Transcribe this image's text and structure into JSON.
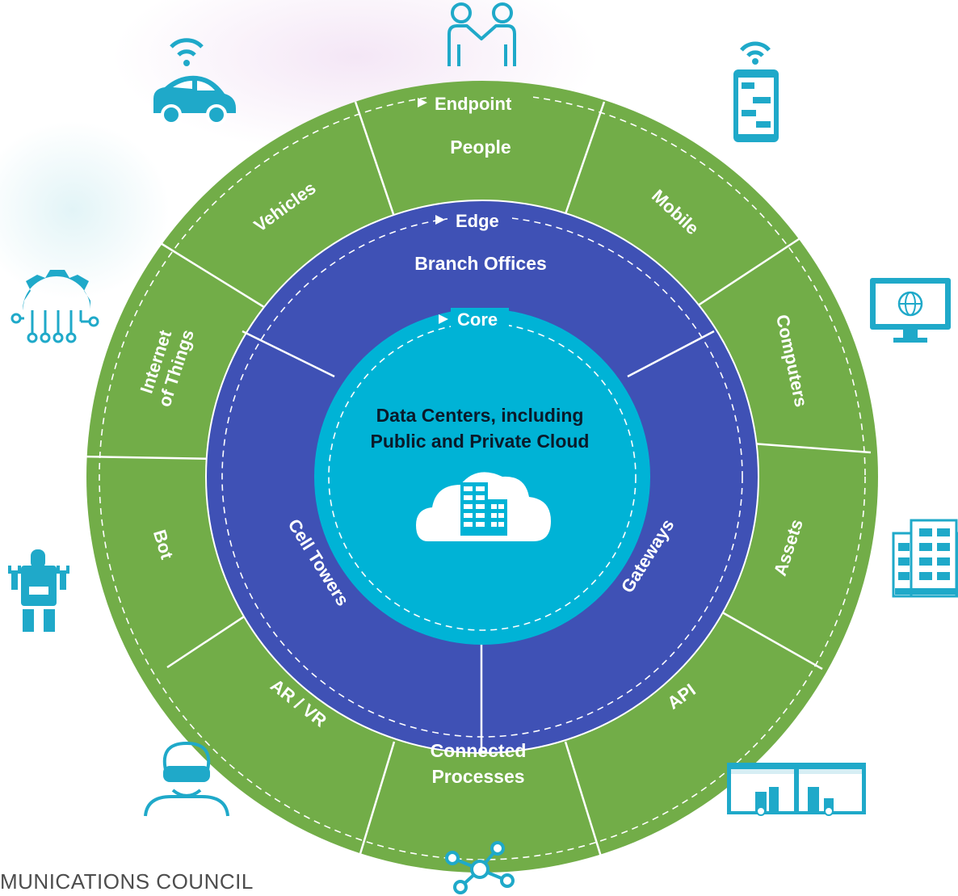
{
  "rings": {
    "endpoint": {
      "title": "Endpoint",
      "color": "#72ad48"
    },
    "edge": {
      "title": "Edge",
      "color": "#3f51b5"
    },
    "core": {
      "title": "Core",
      "color": "#00b3d6",
      "caption_line1": "Data Centers, including",
      "caption_line2": "Public and Private Cloud"
    }
  },
  "endpoint_segments": {
    "people": "People",
    "mobile": "Mobile",
    "computers": "Computers",
    "assets": "Assets",
    "api": "API",
    "connected_line1": "Connected",
    "connected_line2": "Processes",
    "arvr": "AR / VR",
    "bot": "Bot",
    "iot_line1": "Internet",
    "iot_line2": "of Things",
    "vehicles": "Vehicles"
  },
  "edge_segments": {
    "branch": "Branch Offices",
    "gateways": "Gateways",
    "cell": "Cell Towers"
  },
  "icons": {
    "people": "handshake-people-icon",
    "mobile": "mobile-wifi-icon",
    "computers": "monitor-globe-icon",
    "assets": "office-building-icon",
    "api": "browser-windows-icon",
    "connected": "network-nodes-icon",
    "arvr": "vr-headset-user-icon",
    "bot": "robot-icon",
    "iot": "gear-circuit-icon",
    "vehicles": "connected-car-icon",
    "cloud": "cloud-datacenter-icon"
  },
  "icon_color": "#1fa9c9",
  "footer": {
    "text": "MUNICATIONS COUNCIL"
  }
}
